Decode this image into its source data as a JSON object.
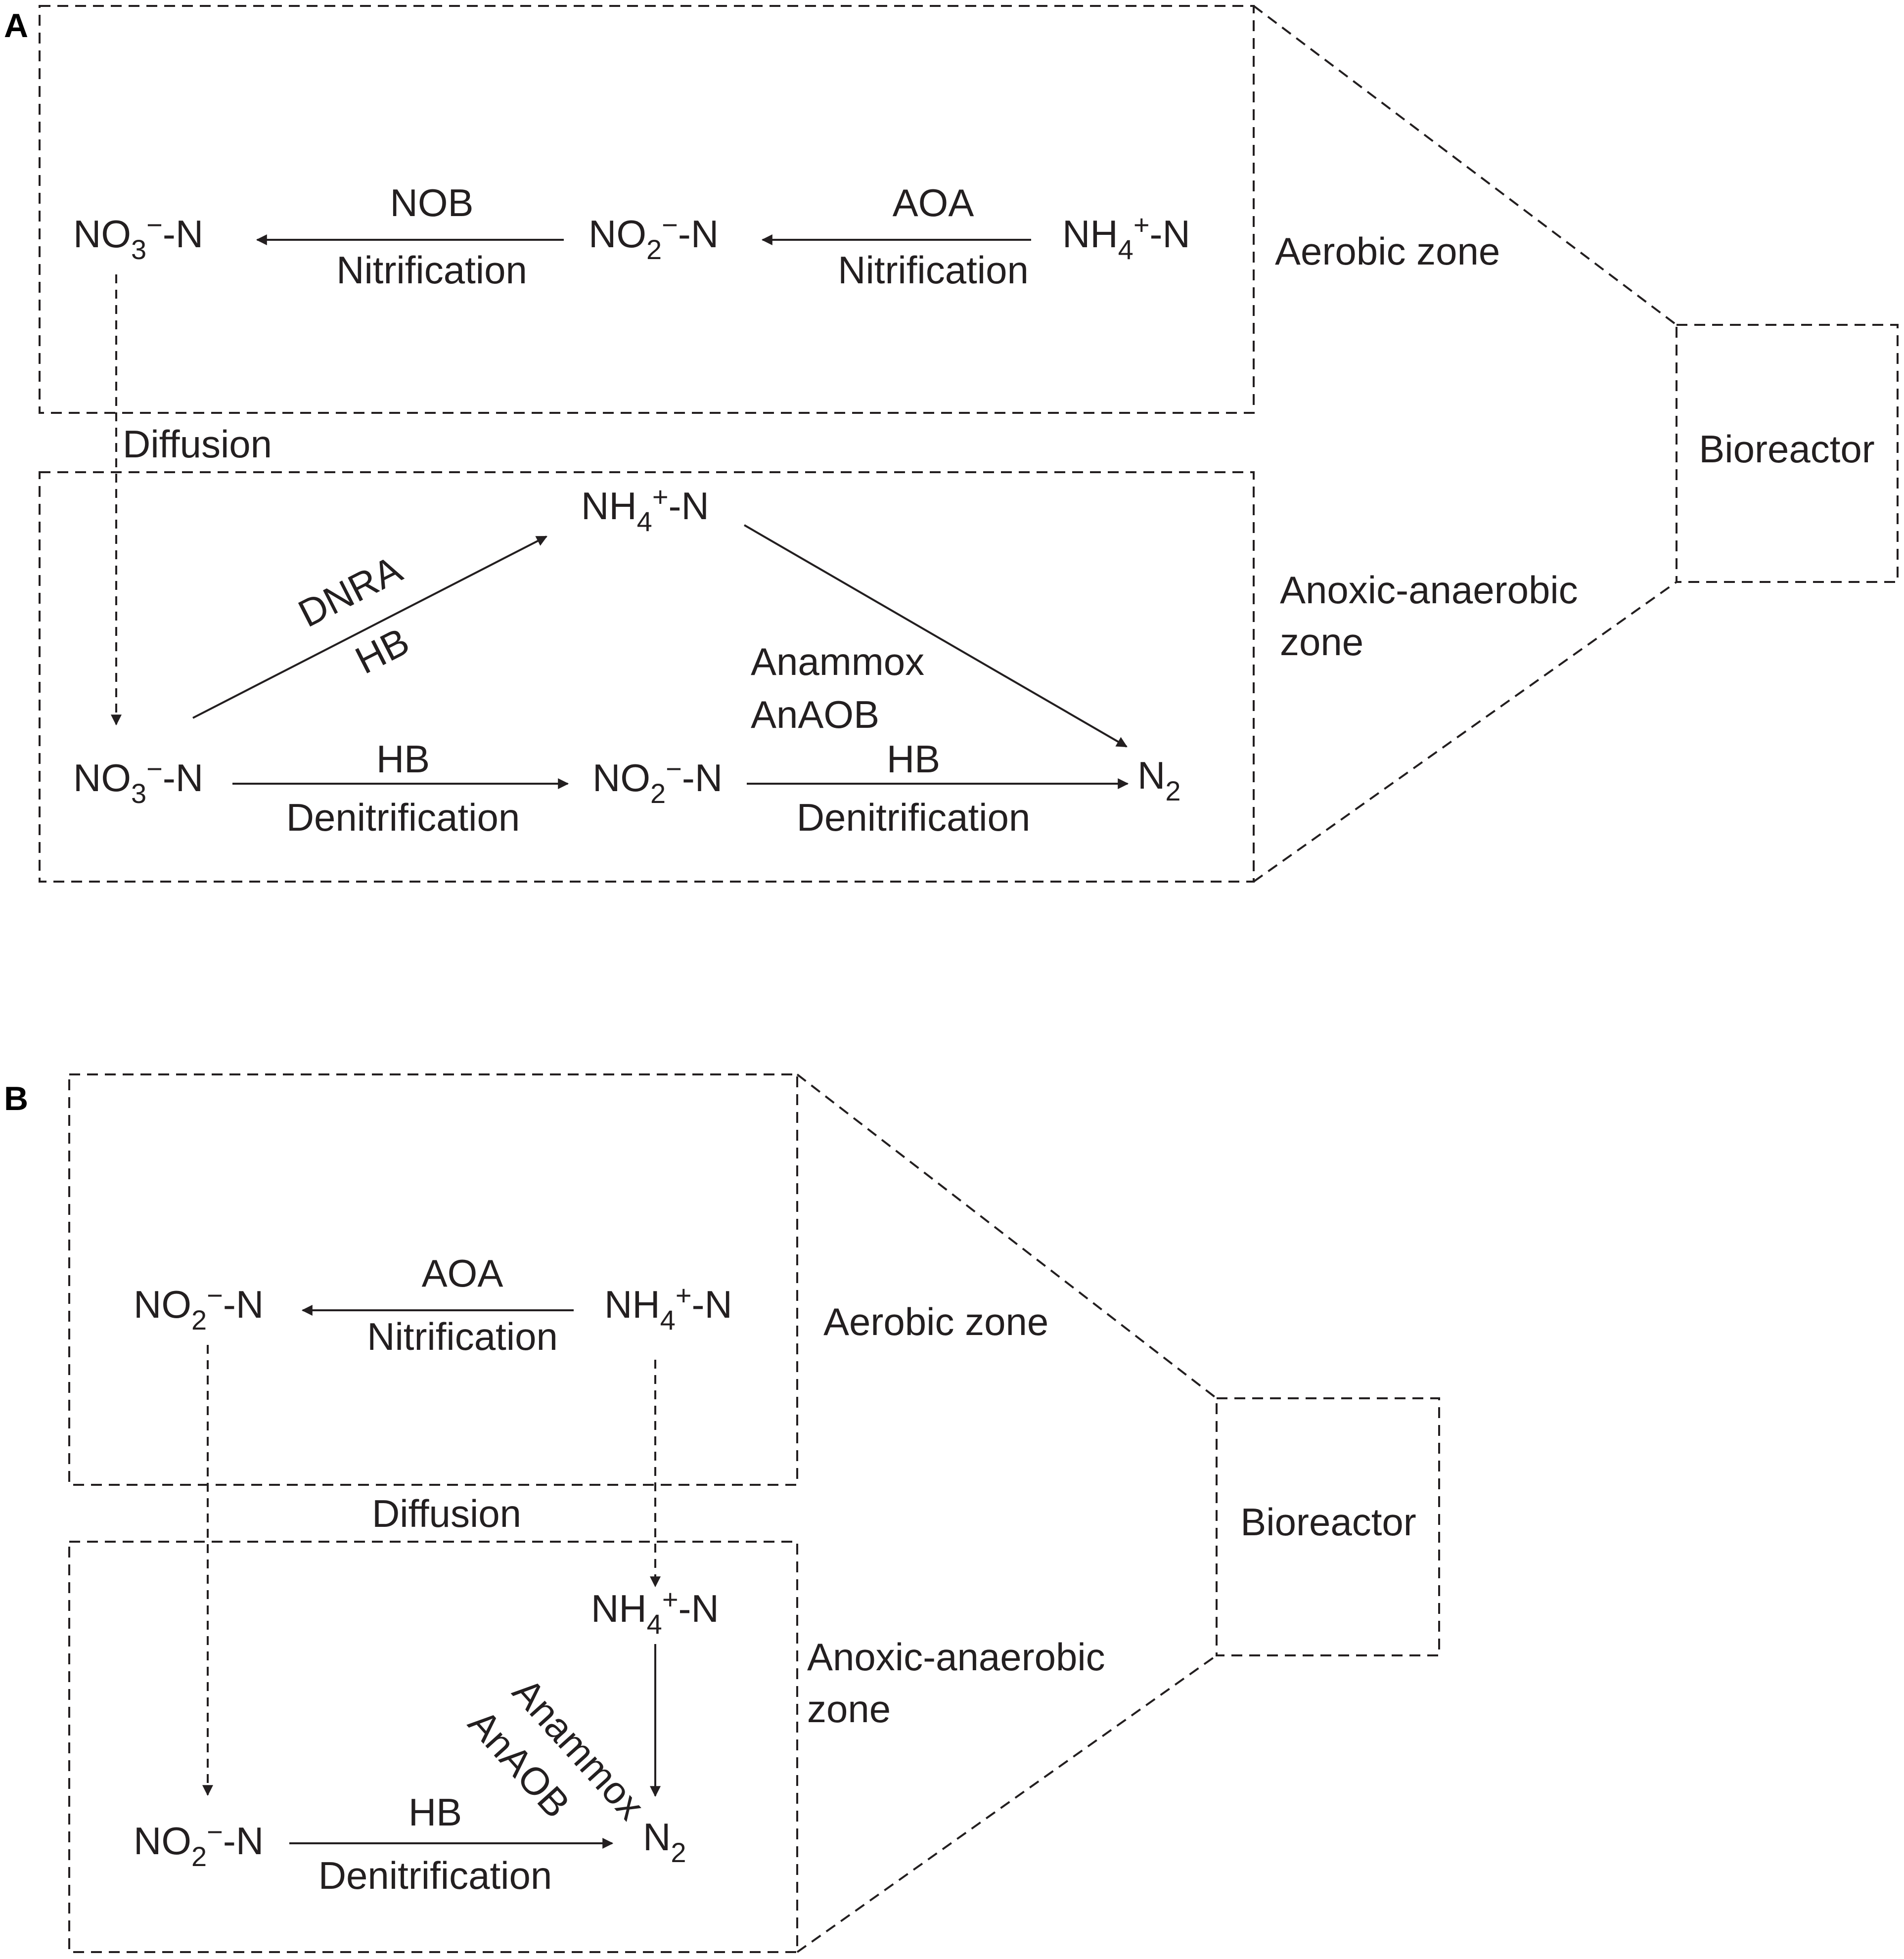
{
  "panels": {
    "a": {
      "label": "A",
      "aerobic": {
        "zone": "Aerobic zone",
        "no3": {
          "base": "NO",
          "sub": "3",
          "sup": "−",
          "tail": "-N"
        },
        "no2": {
          "base": "NO",
          "sub": "2",
          "sup": "−",
          "tail": "-N"
        },
        "nh4": {
          "base": "NH",
          "sub": "4",
          "sup": "+",
          "tail": "-N"
        },
        "nob": "NOB",
        "nitrification_1": "Nitrification",
        "aoa": "AOA",
        "nitrification_2": "Nitrification"
      },
      "diffusion": "Diffusion",
      "anoxic": {
        "zone_line1": "Anoxic-anaerobic",
        "zone_line2": "zone",
        "nh4": {
          "base": "NH",
          "sub": "4",
          "sup": "+",
          "tail": "-N"
        },
        "no3": {
          "base": "NO",
          "sub": "3",
          "sup": "−",
          "tail": "-N"
        },
        "no2": {
          "base": "NO",
          "sub": "2",
          "sup": "−",
          "tail": "-N"
        },
        "n2": {
          "base": "N",
          "sub": "2"
        },
        "dnra": "DNRA",
        "dnra_hb": "HB",
        "anammox": "Anammox",
        "anaob": "AnAOB",
        "hb_1": "HB",
        "denitrification_1": "Denitrification",
        "hb_2": "HB",
        "denitrification_2": "Denitrification"
      },
      "bioreactor": "Bioreactor"
    },
    "b": {
      "label": "B",
      "aerobic": {
        "zone": "Aerobic zone",
        "no2": {
          "base": "NO",
          "sub": "2",
          "sup": "−",
          "tail": "-N"
        },
        "nh4": {
          "base": "NH",
          "sub": "4",
          "sup": "+",
          "tail": "-N"
        },
        "aoa": "AOA",
        "nitrification": "Nitrification"
      },
      "diffusion": "Diffusion",
      "anoxic": {
        "zone_line1": "Anoxic-anaerobic",
        "zone_line2": "zone",
        "nh4": {
          "base": "NH",
          "sub": "4",
          "sup": "+",
          "tail": "-N"
        },
        "no2": {
          "base": "NO",
          "sub": "2",
          "sup": "−",
          "tail": "-N"
        },
        "n2": {
          "base": "N",
          "sub": "2"
        },
        "anammox": "Anammox",
        "anaob": "AnAOB",
        "hb": "HB",
        "denitrification": "Denitrification"
      },
      "bioreactor": "Bioreactor"
    }
  }
}
